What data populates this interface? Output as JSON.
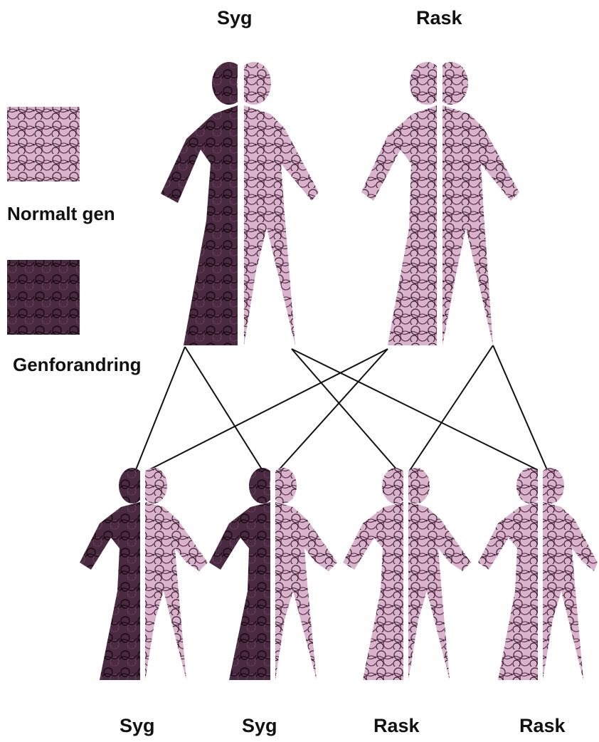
{
  "parents": [
    {
      "label": "Syg",
      "left_gene": "mutated",
      "right_gene": "normal"
    },
    {
      "label": "Rask",
      "left_gene": "normal",
      "right_gene": "normal"
    }
  ],
  "children": [
    {
      "label": "Syg",
      "left_gene": "mutated",
      "right_gene": "normal"
    },
    {
      "label": "Syg",
      "left_gene": "mutated",
      "right_gene": "normal"
    },
    {
      "label": "Rask",
      "left_gene": "normal",
      "right_gene": "normal"
    },
    {
      "label": "Rask",
      "left_gene": "normal",
      "right_gene": "normal"
    }
  ],
  "legend": {
    "normal": {
      "label": "Normalt gen",
      "color": "#d9b3cc"
    },
    "mutated": {
      "label": "Genforandring",
      "color": "#4a2a40"
    }
  }
}
